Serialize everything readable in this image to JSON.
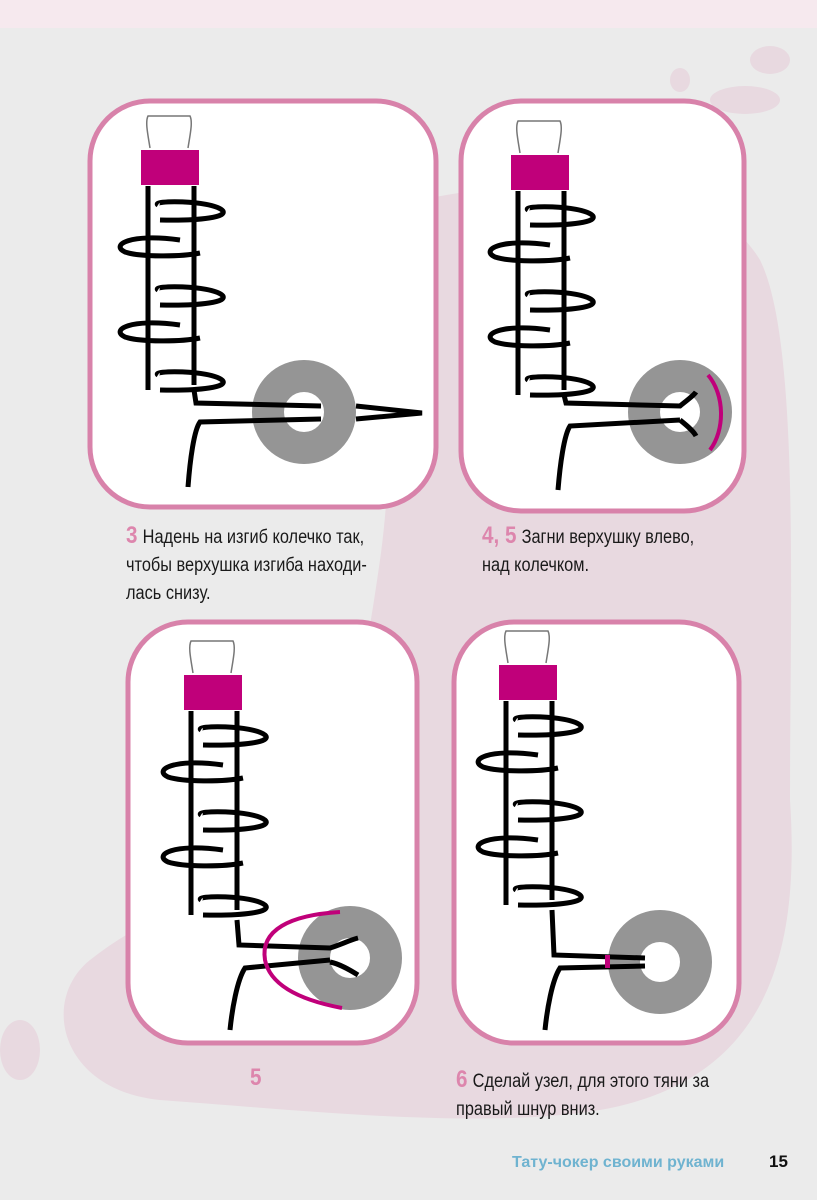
{
  "colors": {
    "background": "#ebebeb",
    "blob": "#e8d9e0",
    "frame": "#d882aa",
    "clip": "#c0007a",
    "ring": "#959595",
    "number": "#dd86ad",
    "footer": "#6fb3d0"
  },
  "steps": [
    {
      "number": "3",
      "lines": [
        "Надень на изгиб колечко так,",
        "чтобы верхушка изгиба находи-",
        "лась снизу."
      ]
    },
    {
      "number": "4, 5",
      "lines": [
        "Загни верхушку влево,",
        "над колечком."
      ]
    },
    {
      "number": "5",
      "lines": []
    },
    {
      "number": "6",
      "lines": [
        "Сделай узел, для этого тяни за",
        "правый шнур вниз."
      ]
    }
  ],
  "footer": {
    "title": "Тату-чокер своими руками",
    "page": "15"
  }
}
